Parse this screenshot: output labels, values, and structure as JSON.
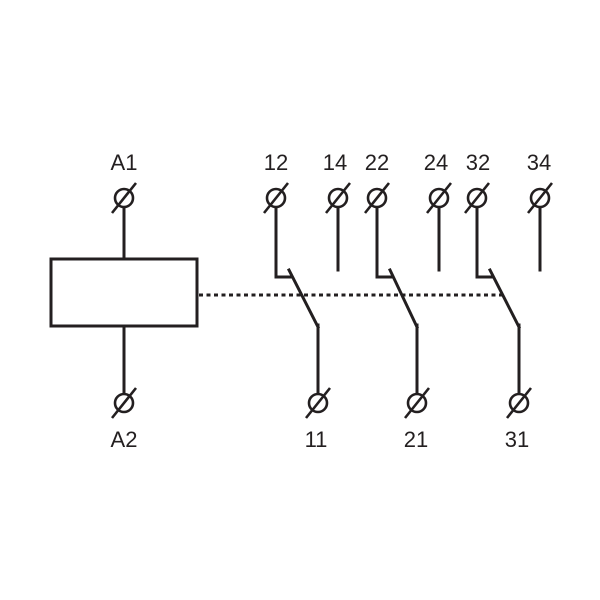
{
  "coil": {
    "top_label": "A1",
    "bottom_label": "A2"
  },
  "contacts": [
    {
      "nc_label": "12",
      "no_label": "14",
      "common_label": "11"
    },
    {
      "nc_label": "22",
      "no_label": "24",
      "common_label": "21"
    },
    {
      "nc_label": "32",
      "no_label": "34",
      "common_label": "31"
    }
  ],
  "colors": {
    "line": "#231f20",
    "background": "#ffffff"
  }
}
